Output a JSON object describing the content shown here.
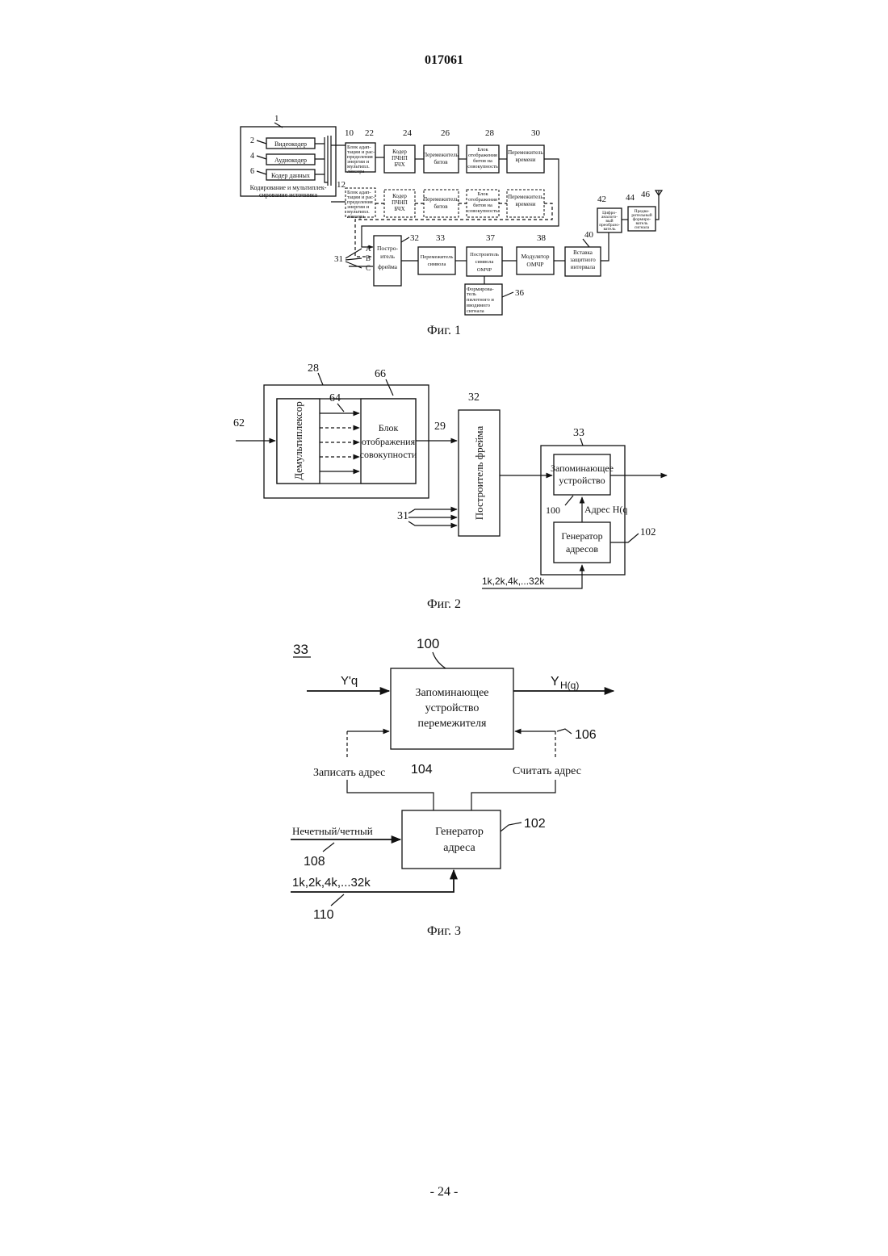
{
  "page": {
    "header": "017061",
    "page_number": "- 24 -"
  },
  "fig1": {
    "caption": "Фиг. 1",
    "source_block": {
      "num": "1",
      "label_line1": "Кодирование и мультиплек-",
      "label_line2": "сирование источника"
    },
    "video_coder": {
      "num": "2",
      "label": "Видеокодер"
    },
    "audio_coder": {
      "num": "4",
      "label": "Аудиокодер"
    },
    "data_coder": {
      "num": "6",
      "label": "Кодер данных"
    },
    "ref10": "10",
    "ref12": "12",
    "row1": [
      {
        "num": "22",
        "lines": [
          "Блок адап-",
          "тации и рас-",
          "пределения",
          "энергии и",
          "мультипл.",
          "лексора"
        ]
      },
      {
        "num": "24",
        "lines": [
          "Кодер",
          "ПЧНП",
          "БЧХ"
        ]
      },
      {
        "num": "26",
        "lines": [
          "Перемежитель",
          "битов"
        ]
      },
      {
        "num": "28",
        "lines": [
          "Блок",
          "отображения",
          "битов на",
          "совокупность"
        ]
      },
      {
        "num": "30",
        "lines": [
          "Перемежитель",
          "времени"
        ]
      }
    ],
    "row2": [
      {
        "lines": [
          "Блок адап-",
          "тации и рас-",
          "пределения",
          "энергии и",
          "мультипл.",
          "лексора"
        ]
      },
      {
        "lines": [
          "Кодер",
          "ПЧНП",
          "БЧХ"
        ]
      },
      {
        "lines": [
          "Перемежитель",
          "битов"
        ]
      },
      {
        "lines": [
          "Блок",
          "отображения",
          "битов на",
          "совокупность"
        ]
      },
      {
        "lines": [
          "Перемежитель",
          "времени"
        ]
      }
    ],
    "frame_builder": {
      "num": "32",
      "lines": [
        "Постро-",
        "итель",
        "фрейма"
      ]
    },
    "inputs": {
      "num": "31",
      "a": "A",
      "b": "B",
      "c": "C"
    },
    "symbol_interleaver": {
      "num": "33",
      "lines": [
        "Перемежитель",
        "символа"
      ]
    },
    "ofdm_symbol_builder": {
      "num": "37",
      "lines": [
        "Построитель",
        "символа",
        "ОМЧР"
      ]
    },
    "ofdm_modulator": {
      "num": "38",
      "lines": [
        "Модулятор",
        "ОМЧР"
      ]
    },
    "guard_insert": {
      "num": "40",
      "lines": [
        "Вставка",
        "защитного",
        "интервала"
      ]
    },
    "dac": {
      "num": "42",
      "lines": [
        "Цифро-",
        "аналого-",
        "вый",
        "преобразо-",
        "ватель"
      ]
    },
    "rf": {
      "num": "44",
      "lines": [
        "Предва-",
        "рительный",
        "формиро-",
        "ватель",
        "сигнала"
      ]
    },
    "antenna_ref": "46",
    "pilot": {
      "num": "36",
      "lines": [
        "Формирова-",
        "тель",
        "пилотного и",
        "вводимого",
        "сигнала"
      ]
    }
  },
  "fig2": {
    "caption": "Фиг. 2",
    "outer_num": "28",
    "demux": {
      "label": "Демультиплексор"
    },
    "map": {
      "num": "66",
      "lines": [
        "Блок",
        "отображения",
        "совокупности"
      ]
    },
    "ref62": "62",
    "ref64": "64",
    "ref29": "29",
    "frame_builder": {
      "num": "32",
      "label": "Построитель фрейма"
    },
    "ref31": "31",
    "interleaver_num": "33",
    "memory": {
      "num": "100",
      "lines": [
        "Запоминающее",
        "устройство"
      ]
    },
    "address_label": "Адрес H(q",
    "generator": {
      "num": "102",
      "lines": [
        "Генератор",
        "адресов"
      ]
    },
    "mode_label": "1k,2k,4k,...32k"
  },
  "fig3": {
    "caption": "Фиг. 3",
    "title_num": "33",
    "memory": {
      "num": "100",
      "lines": [
        "Запоминающее",
        "устройство",
        "перемежителя"
      ]
    },
    "input_label": "Y'q",
    "output_label": "Y",
    "output_sub": "H(q)",
    "write_label": "Записать адрес",
    "read_label": "Считать адрес",
    "ref104": "104",
    "ref106": "106",
    "generator": {
      "num": "102",
      "lines": [
        "Генератор",
        "адреса"
      ]
    },
    "odd_even_label": "Нечетный/четный",
    "ref108": "108",
    "mode_label": "1k,2k,4k,...32k",
    "ref110": "110"
  }
}
